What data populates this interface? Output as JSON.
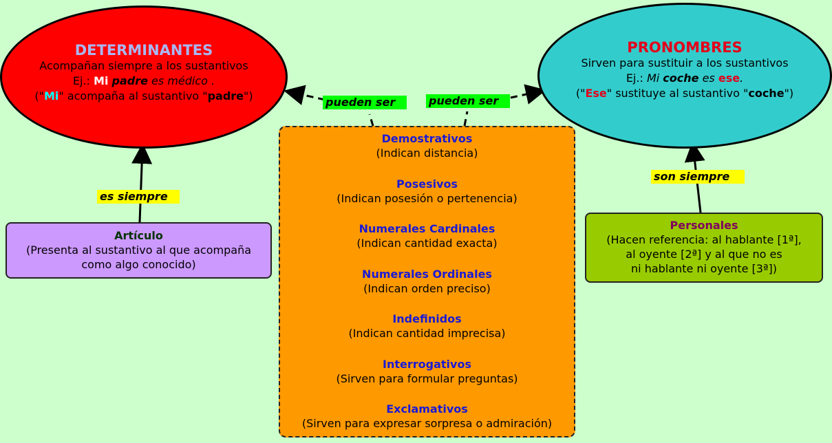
{
  "determinantes": {
    "title": "DETERMINANTES",
    "description": "Acompañan siempre a los sustantivos",
    "example_prefix": "Ej.: ",
    "example_mi": "Mi",
    "example_padre": "padre",
    "example_rest": " es médico .",
    "note_open": "(\"",
    "note_mi": "Mi",
    "note_middle": "\" acompaña al sustantivo \"",
    "note_padre": "padre",
    "note_close": "\")"
  },
  "pronombres": {
    "title": "PRONOMBRES",
    "description": "Sirven para sustituir a los sustantivos",
    "example_prefix": "Ej.: ",
    "example_mi": "Mi",
    "example_coche": "coche",
    "example_es": " es ",
    "example_ese": "ese",
    "example_dot": ".",
    "note_open": "(\"",
    "note_ese": "Ese",
    "note_middle": "\" sustituye al sustantivo \"",
    "note_coche": "coche",
    "note_close": "\")"
  },
  "links": {
    "pueden_ser_left": "pueden ser",
    "pueden_ser_right": "pueden ser",
    "es_siempre": "es siempre",
    "son_siempre": "son siempre"
  },
  "articulo": {
    "title": "Artículo",
    "line1": "(Presenta al sustantivo al que acompaña",
    "line2": "como algo conocido)"
  },
  "personales": {
    "title": "Personales",
    "line1": "(Hacen referencia: al hablante [1ª],",
    "line2": "al oyente [2ª] y al que no es",
    "line3": "ni hablante ni oyente [3ª])"
  },
  "categories": [
    {
      "name": "Demostrativos",
      "desc": "(Indican distancia)"
    },
    {
      "name": "Posesivos",
      "desc": "(Indican posesión o pertenencia)"
    },
    {
      "name": "Numerales Cardinales",
      "desc": "(Indican cantidad exacta)"
    },
    {
      "name": "Numerales Ordinales",
      "desc": "(Indican orden preciso)"
    },
    {
      "name": "Indefinidos",
      "desc": "(Indican cantidad imprecisa)"
    },
    {
      "name": "Interrogativos",
      "desc": "(Sirven para formular preguntas)"
    },
    {
      "name": "Exclamativos",
      "desc": "(Sirven para expresar sorpresa o admiración)"
    }
  ],
  "colors": {
    "background": "#ccffcc",
    "determinantes_fill": "#ff0000",
    "pronombres_fill": "#33cccc",
    "articulo_fill": "#cc99ff",
    "personales_fill": "#99cc00",
    "center_fill": "#ff9900",
    "category_title": "#1a1ad6"
  }
}
